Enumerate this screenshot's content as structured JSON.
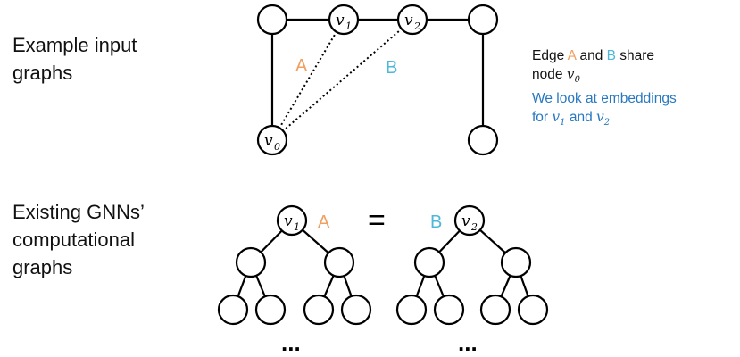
{
  "left_labels": {
    "input_graphs_line1": "Example input",
    "input_graphs_line2": "graphs",
    "comp_graphs_line1": "Existing GNNs’",
    "comp_graphs_line2": "computational",
    "comp_graphs_line3": "graphs"
  },
  "input_graph": {
    "node_v0": "v",
    "node_v0_sub": "0",
    "node_v1": "v",
    "node_v1_sub": "1",
    "node_v2": "v",
    "node_v2_sub": "2",
    "edge_a_label": "A",
    "edge_b_label": "B"
  },
  "note": {
    "line1_prefix": "Edge ",
    "line1_a": "A",
    "line1_mid": " and ",
    "line1_b": "B",
    "line1_suffix": " share",
    "line2_prefix": "node ",
    "line2_math": "v",
    "line2_sub": "0",
    "line3": "We look at embeddings",
    "line4_prefix": "for ",
    "line4_math1": "v",
    "line4_sub1": "1",
    "line4_mid": " and ",
    "line4_math2": "v",
    "line4_sub2": "2"
  },
  "comp_graphs": {
    "root_left": "v",
    "root_left_sub": "1",
    "root_right": "v",
    "root_right_sub": "2",
    "label_a": "A",
    "label_b": "B",
    "equals": "=",
    "ellipsis_left": "...",
    "ellipsis_right": "..."
  },
  "colors": {
    "orange": "#f0a060",
    "cyan": "#4db8d8",
    "blue_text": "#2878c0"
  }
}
